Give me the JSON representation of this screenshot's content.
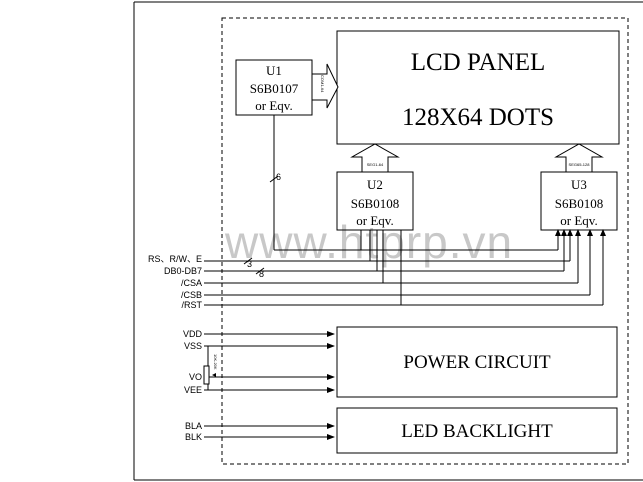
{
  "watermark": "www.htprp.vn",
  "blocks": {
    "lcd_panel": {
      "line1": "LCD PANEL",
      "line2": "128X64 DOTS"
    },
    "u1": {
      "ref": "U1",
      "part": "S6B0107",
      "eqv": "or Eqv."
    },
    "u2": {
      "ref": "U2",
      "part": "S6B0108",
      "eqv": "or Eqv."
    },
    "u3": {
      "ref": "U3",
      "part": "S6B0108",
      "eqv": "or Eqv."
    },
    "power": {
      "label": "POWER CIRCUIT"
    },
    "backlight": {
      "label": "LED BACKLIGHT"
    }
  },
  "bus_labels": {
    "u1_to_lcd": "COM1-64",
    "u2_to_lcd": "SEG1-64",
    "u3_to_lcd": "SEG65-128",
    "u1_vertical": "6",
    "rs_rw_e": "3",
    "db": "8"
  },
  "signals": {
    "rs_rw_e": "RS、R/W、E",
    "db": "DB0-DB7",
    "csa": "/CSA",
    "csb": "/CSB",
    "rst": "/RST",
    "vdd": "VDD",
    "vss": "VSS",
    "vo": "VO",
    "vee": "VEE",
    "bla": "BLA",
    "blk": "BLK",
    "pot": "10K-20K"
  }
}
